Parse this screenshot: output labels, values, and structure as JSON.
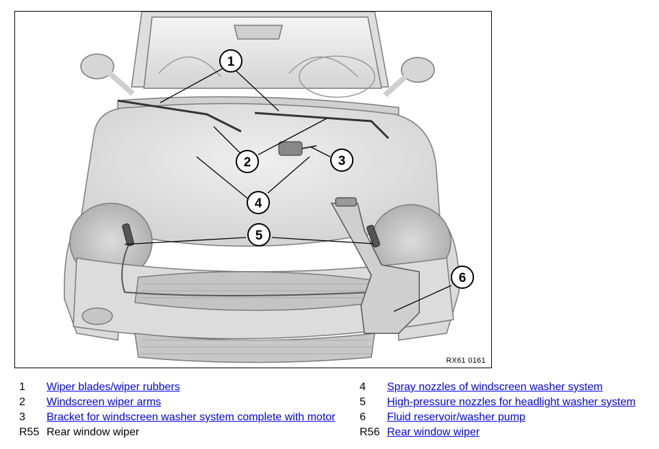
{
  "figure": {
    "code": "RX61 0161",
    "callouts": [
      "1",
      "2",
      "3",
      "4",
      "5",
      "6"
    ]
  },
  "legend": [
    {
      "num": "1",
      "text": "Wiper blades/wiper rubbers",
      "link": true
    },
    {
      "num": "2",
      "text": "Windscreen wiper arms",
      "link": true
    },
    {
      "num": "3",
      "text": "Bracket for windscreen washer system complete with motor",
      "link": true
    },
    {
      "num": "R55",
      "text": "Rear window wiper",
      "link": false
    },
    {
      "num": "4",
      "text": "Spray nozzles of windscreen washer system",
      "link": true
    },
    {
      "num": "5",
      "text": "High-pressure nozzles for headlight washer system",
      "link": true
    },
    {
      "num": "6",
      "text": "Fluid reservoir/washer pump",
      "link": true
    },
    {
      "num": "R56",
      "text": "Rear window wiper",
      "link": true
    }
  ],
  "colors": {
    "link": "#0000ee",
    "car_fill": "#e4e4e4",
    "car_shade": "#c8c8c8",
    "outline": "#000000"
  }
}
